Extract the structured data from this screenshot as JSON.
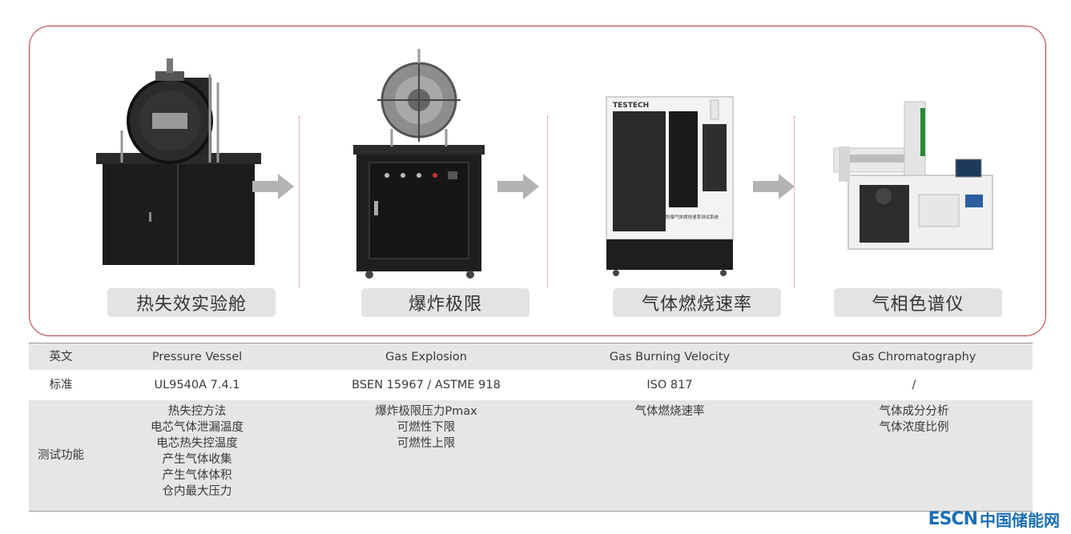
{
  "stages": [
    {
      "label": "热失效实验舱",
      "icon": "pressure-vessel-icon"
    },
    {
      "label": "爆炸极限",
      "icon": "explosion-tester-icon"
    },
    {
      "label": "气体燃烧速率",
      "icon": "burning-velocity-cabinet-icon"
    },
    {
      "label": "气相色谱仪",
      "icon": "gas-chromatograph-icon"
    }
  ],
  "device_text": {
    "cabinet_brand": "TESTECH",
    "cabinet_caption": "防爆气体燃烧速率测试系统"
  },
  "table": {
    "rows": [
      {
        "header": "英文",
        "cells": [
          "Pressure Vessel",
          "Gas Explosion",
          "Gas Burning Velocity",
          "Gas Chromatography"
        ]
      },
      {
        "header": "标准",
        "cells": [
          "UL9540A 7.4.1",
          "BSEN 15967 / ASTME 918",
          "ISO 817",
          "/"
        ]
      },
      {
        "header": "测试功能",
        "lists": [
          [
            "热失控方法",
            "电芯气体泄漏温度",
            "电芯热失控温度",
            "产生气体收集",
            "产生气体体积",
            "仓内最大压力"
          ],
          [
            "爆炸极限压力Pmax",
            "可燃性下限",
            "可燃性上限"
          ],
          [
            "气体燃烧速率"
          ],
          [
            "气体成分分析",
            "气体浓度比例"
          ]
        ]
      }
    ]
  },
  "brand": {
    "latin": "ESCN",
    "cjk": "中国储能网"
  },
  "colors": {
    "border": "#b5393f",
    "label_bg": "#e3e3e3",
    "row_bg": "#e6e6e6",
    "brand": "#1b6fb5",
    "arrow": "#b3b3b3"
  }
}
